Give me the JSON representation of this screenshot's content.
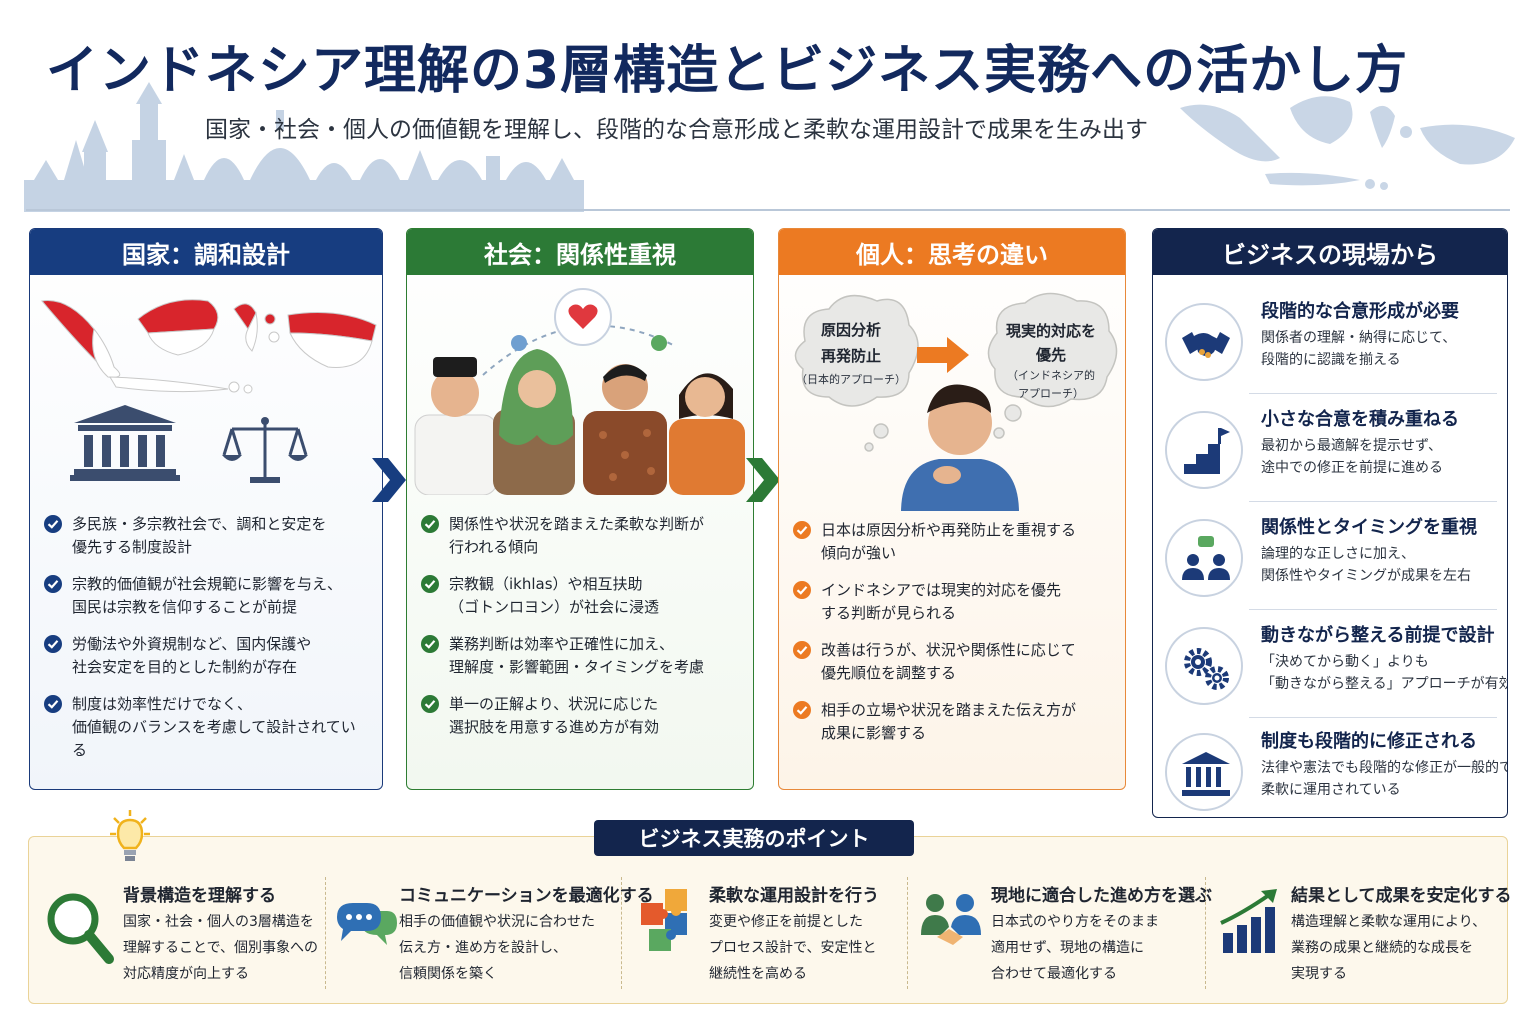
{
  "header": {
    "title": "インドネシア理解の3層構造とビジネス実務への活かし方",
    "subtitle": "国家・社会・個人の価値観を理解し、段階的な合意形成と柔軟な運用設計で成果を生み出す"
  },
  "columns": [
    {
      "title": "国家：調和設計",
      "bullets": [
        [
          "多民族・多宗教社会で、調和と安定を",
          "優先する制度設計"
        ],
        [
          "宗教的価値観が社会規範に影響を与え、",
          "国民は宗教を信仰することが前提"
        ],
        [
          "労働法や外資規制など、国内保護や",
          "社会安定を目的とした制約が存在"
        ],
        [
          "制度は効率性だけでなく、",
          "価値観のバランスを考慮して設計されている"
        ]
      ]
    },
    {
      "title": "社会：関係性重視",
      "bullets": [
        [
          "関係性や状況を踏まえた柔軟な判断が",
          "行われる傾向"
        ],
        [
          "宗教観（ikhlas）や相互扶助",
          "（ゴトンロヨン）が社会に浸透"
        ],
        [
          "業務判断は効率や正確性に加え、",
          "理解度・影響範囲・タイミングを考慮"
        ],
        [
          "単一の正解より、状況に応じた",
          "選択肢を用意する進め方が有効"
        ]
      ]
    },
    {
      "title": "個人：思考の違い",
      "bubble_left": [
        "原因分析",
        "再発防止",
        "（日本的アプローチ）"
      ],
      "bubble_right": [
        "現実的対応を",
        "優先",
        "（インドネシア的",
        "アプローチ）"
      ],
      "bullets": [
        [
          "日本は原因分析や再発防止を重視する",
          "傾向が強い"
        ],
        [
          "インドネシアでは現実的対応を優先",
          "する判断が見られる"
        ],
        [
          "改善は行うが、状況や関係性に応じて",
          "優先順位を調整する"
        ],
        [
          "相手の立場や状況を踏まえた伝え方が",
          "成果に影響する"
        ]
      ]
    }
  ],
  "business": {
    "title": "ビジネスの現場から",
    "items": [
      {
        "title": "段階的な合意形成が必要",
        "desc": [
          "関係者の理解・納得に応じて、",
          "段階的に認識を揃える"
        ],
        "icon": "handshake-icon"
      },
      {
        "title": "小さな合意を積み重ねる",
        "desc": [
          "最初から最適解を提示せず、",
          "途中での修正を前提に進める"
        ],
        "icon": "stairs-flag-icon"
      },
      {
        "title": "関係性とタイミングを重視",
        "desc": [
          "論理的な正しさに加え、",
          "関係性やタイミングが成果を左右"
        ],
        "icon": "people-chat-icon"
      },
      {
        "title": "動きながら整える前提で設計",
        "desc": [
          "「決めてから動く」よりも",
          "「動きながら整える」アプローチが有効"
        ],
        "icon": "gears-icon"
      },
      {
        "title": "制度も段階的に修正される",
        "desc": [
          "法律や憲法でも段階的な修正が一般的で、",
          "柔軟に運用されている"
        ],
        "icon": "institution-icon"
      }
    ]
  },
  "points": {
    "title": "ビジネス実務のポイント",
    "items": [
      {
        "title": "背景構造を理解する",
        "desc": [
          "国家・社会・個人の3層構造を",
          "理解することで、個別事象への",
          "対応精度が向上する"
        ],
        "icon": "magnifier-icon"
      },
      {
        "title": "コミュニケーションを最適化する",
        "desc": [
          "相手の価値観や状況に合わせた",
          "伝え方・進め方を設計し、",
          "信頼関係を築く"
        ],
        "icon": "speech-bubbles-icon"
      },
      {
        "title": "柔軟な運用設計を行う",
        "desc": [
          "変更や修正を前提とした",
          "プロセス設計で、安定性と",
          "継続性を高める"
        ],
        "icon": "puzzle-icon"
      },
      {
        "title": "現地に適合した進め方を選ぶ",
        "desc": [
          "日本式のやり方をそのまま",
          "適用せず、現地の構造に",
          "合わせて最適化する"
        ],
        "icon": "people-handshake-icon"
      },
      {
        "title": "結果として成果を安定化する",
        "desc": [
          "構造理解と柔軟な運用により、",
          "業務の成果と継続的な成長を",
          "実現する"
        ],
        "icon": "growth-chart-icon"
      }
    ]
  },
  "colors": {
    "navy": "#13254d",
    "blue": "#173d80",
    "green": "#2c7a36",
    "orange": "#ec7a22",
    "red": "#d8252c"
  }
}
